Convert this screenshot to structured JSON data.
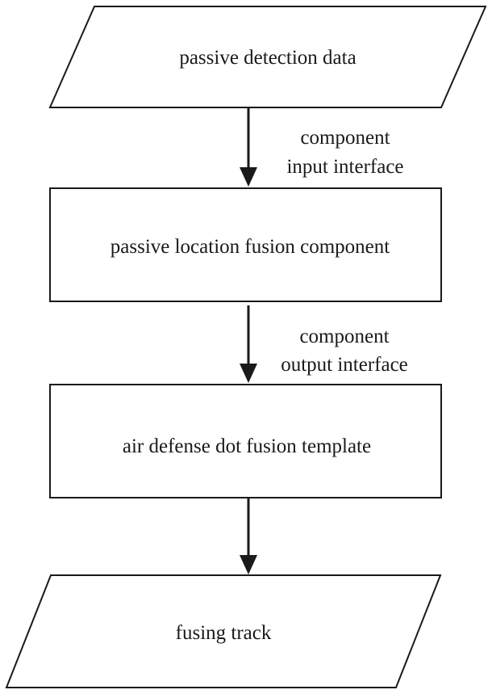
{
  "nodes": {
    "input_data": "passive detection data",
    "location_component": "passive location fusion component",
    "dot_fusion_template": "air defense dot fusion template",
    "output_track": "fusing track"
  },
  "edges": {
    "input_interface": {
      "line1": "component",
      "line2": "input interface"
    },
    "output_interface": {
      "line1": "component",
      "line2": "output interface"
    }
  }
}
